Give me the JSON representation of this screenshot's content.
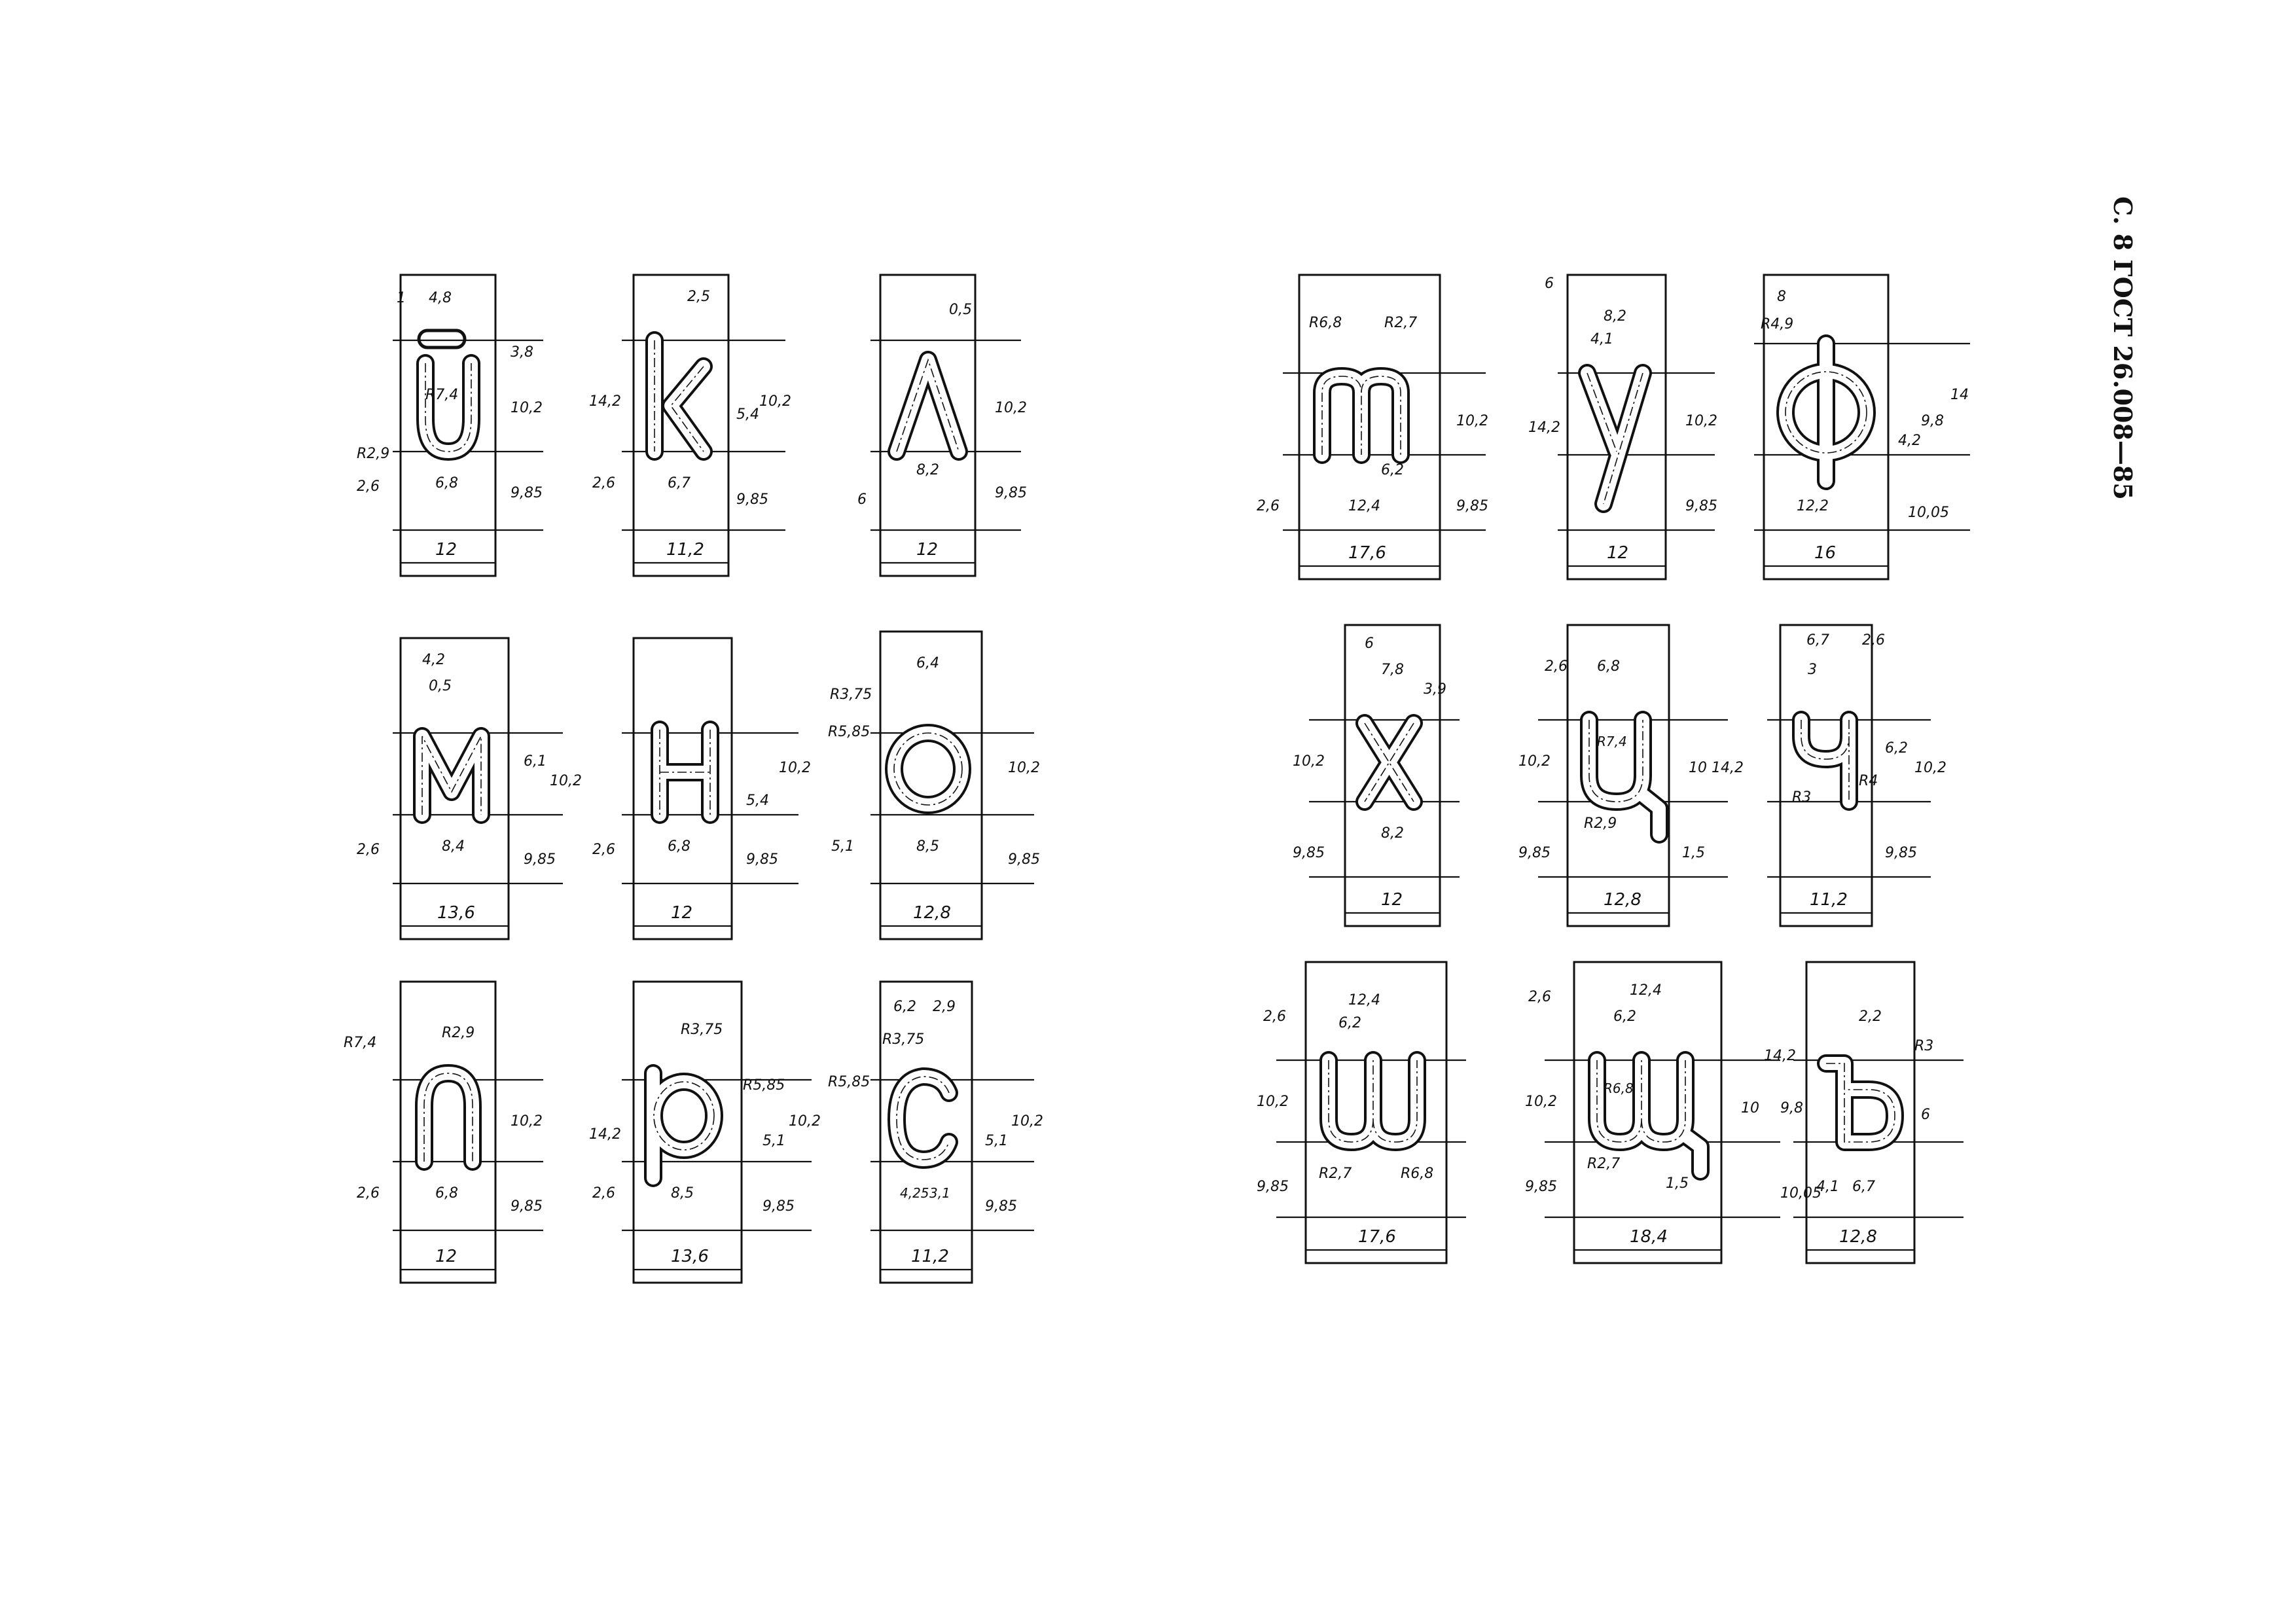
{
  "header": "С. 8 ГОСТ 26.008—85",
  "letters": [
    {
      "id": "i_short",
      "dims": {
        "w": "12",
        "t1": "1",
        "t2": "4,8",
        "r1": "R7,4",
        "r2": "R2,9",
        "l1": "2,6",
        "b1": "6,8",
        "v1": "3,8",
        "v2": "10,2",
        "v3": "9,85"
      }
    },
    {
      "id": "k",
      "dims": {
        "w": "11,2",
        "t1": "2,5",
        "l0": "14,2",
        "l1": "2,6",
        "b1": "6,7",
        "v1": "5,4",
        "v2": "10,2",
        "v3": "9,85"
      }
    },
    {
      "id": "l",
      "dims": {
        "w": "12",
        "t1": "0,5",
        "b1": "8,2",
        "l1": "6",
        "v2": "10,2",
        "v3": "9,85"
      }
    },
    {
      "id": "m",
      "dims": {
        "w": "13,6",
        "t1": "4,2",
        "t2": "0,5",
        "b1": "8,4",
        "l1": "2,6",
        "v1": "6,1",
        "v2": "10,2",
        "v3": "9,85"
      }
    },
    {
      "id": "n",
      "dims": {
        "w": "12",
        "b1": "6,8",
        "l1": "2,6",
        "v1": "5,4",
        "v2": "10,2",
        "v3": "9,85"
      }
    },
    {
      "id": "o",
      "dims": {
        "w": "12,8",
        "t1": "6,4",
        "r1": "R3,75",
        "r2": "R5,85",
        "b1": "8,5",
        "l1": "5,1",
        "v2": "10,2",
        "v3": "9,85"
      }
    },
    {
      "id": "p",
      "dims": {
        "w": "12",
        "r1": "R7,4",
        "r2": "R2,9",
        "l1": "2,6",
        "b1": "6,8",
        "v2": "10,2",
        "v3": "9,85"
      }
    },
    {
      "id": "r",
      "dims": {
        "w": "13,6",
        "r1": "R3,75",
        "r2": "R5,85",
        "l0": "14,2",
        "l1": "2,6",
        "b1": "8,5",
        "v1": "5,1",
        "v2": "10,2",
        "v3": "9,85"
      }
    },
    {
      "id": "s",
      "dims": {
        "w": "11,2",
        "t1": "6,2",
        "t2": "2,9",
        "r1": "R3,75",
        "r2": "R5,85",
        "b1": "4,25",
        "b2": "3,1",
        "v1": "5,1",
        "v2": "10,2",
        "v3": "9,85"
      }
    },
    {
      "id": "t",
      "dims": {
        "w": "17,6",
        "r1": "R6,8",
        "r2": "R2,7",
        "l1": "2,6",
        "b1": "6,2",
        "b2": "12,4",
        "v2": "10,2",
        "v3": "9,85"
      }
    },
    {
      "id": "u",
      "dims": {
        "w": "12",
        "t0": "6",
        "t1": "8,2",
        "t2": "4,1",
        "l0": "14,2",
        "v2": "10,2",
        "v3": "9,85"
      }
    },
    {
      "id": "f",
      "dims": {
        "w": "16",
        "t1": "8",
        "r1": "R4,9",
        "b1": "12,2",
        "v0": "4,2",
        "v1": "9,8",
        "v2": "14",
        "v3": "10,05"
      }
    },
    {
      "id": "h",
      "dims": {
        "w": "12",
        "t0": "6",
        "t1": "7,8",
        "t2": "3,9",
        "b1": "8,2",
        "l2": "10,2",
        "l3": "9,85"
      }
    },
    {
      "id": "ts",
      "dims": {
        "w": "12,8",
        "t0": "2,6",
        "t1": "6,8",
        "r1": "R7,4",
        "r2": "R2,9",
        "l2": "10,2",
        "l3": "9,85",
        "v1": "10",
        "v2": "14,2",
        "b2": "1,5"
      }
    },
    {
      "id": "ch",
      "dims": {
        "w": "11,2",
        "t1": "6,7",
        "t2": "2,6",
        "t3": "3",
        "r1": "R3",
        "r2": "R4",
        "v0": "6,2",
        "v2": "10,2",
        "v3": "9,85"
      }
    },
    {
      "id": "sh",
      "dims": {
        "w": "17,6",
        "t0": "2,6",
        "t1": "12,4",
        "t2": "6,2",
        "r1": "R2,7",
        "r2": "R6,8",
        "l2": "10,2",
        "l3": "9,85"
      }
    },
    {
      "id": "shch",
      "dims": {
        "w": "18,4",
        "t0": "2,6",
        "t1": "12,4",
        "t2": "6,2",
        "r1": "R6,8",
        "r2": "R2,7",
        "l2": "10,2",
        "l3": "9,85",
        "v1": "10",
        "v2": "14,2",
        "b2": "1,5"
      }
    },
    {
      "id": "hard",
      "dims": {
        "w": "12,8",
        "t1": "2,2",
        "r1": "R3",
        "v0": "6",
        "v1": "9,8",
        "v3": "10,05",
        "b1": "4,1",
        "b2": "6,7"
      }
    }
  ]
}
